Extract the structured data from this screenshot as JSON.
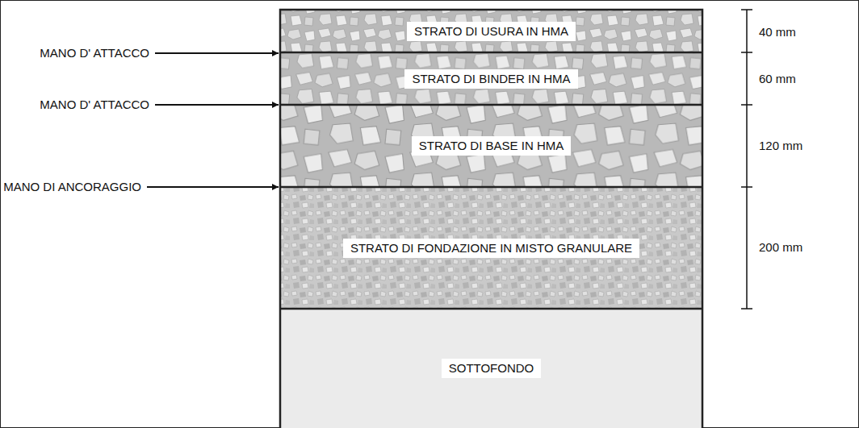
{
  "diagram": {
    "nodes": [
      {
        "text": [
          "STRATO DI USURA IN HMA"
        ]
      },
      {
        "text": [
          "STRATO DI BINDER IN HMA"
        ]
      },
      {
        "text": [
          "STRATO DI BASE IN HMA"
        ]
      },
      {
        "text": [
          "STRATO DI FONDAZIONE IN MISTO GRANULARE"
        ]
      },
      {
        "text": [
          "SOTTOFONDO"
        ]
      }
    ],
    "labels": [
      "MANO D' ATTACCO",
      "MANO D' ATTACCO",
      "MANO DI ANCORAGGIO",
      "40 mm",
      "60 mm",
      "120 mm",
      "200 mm"
    ]
  }
}
